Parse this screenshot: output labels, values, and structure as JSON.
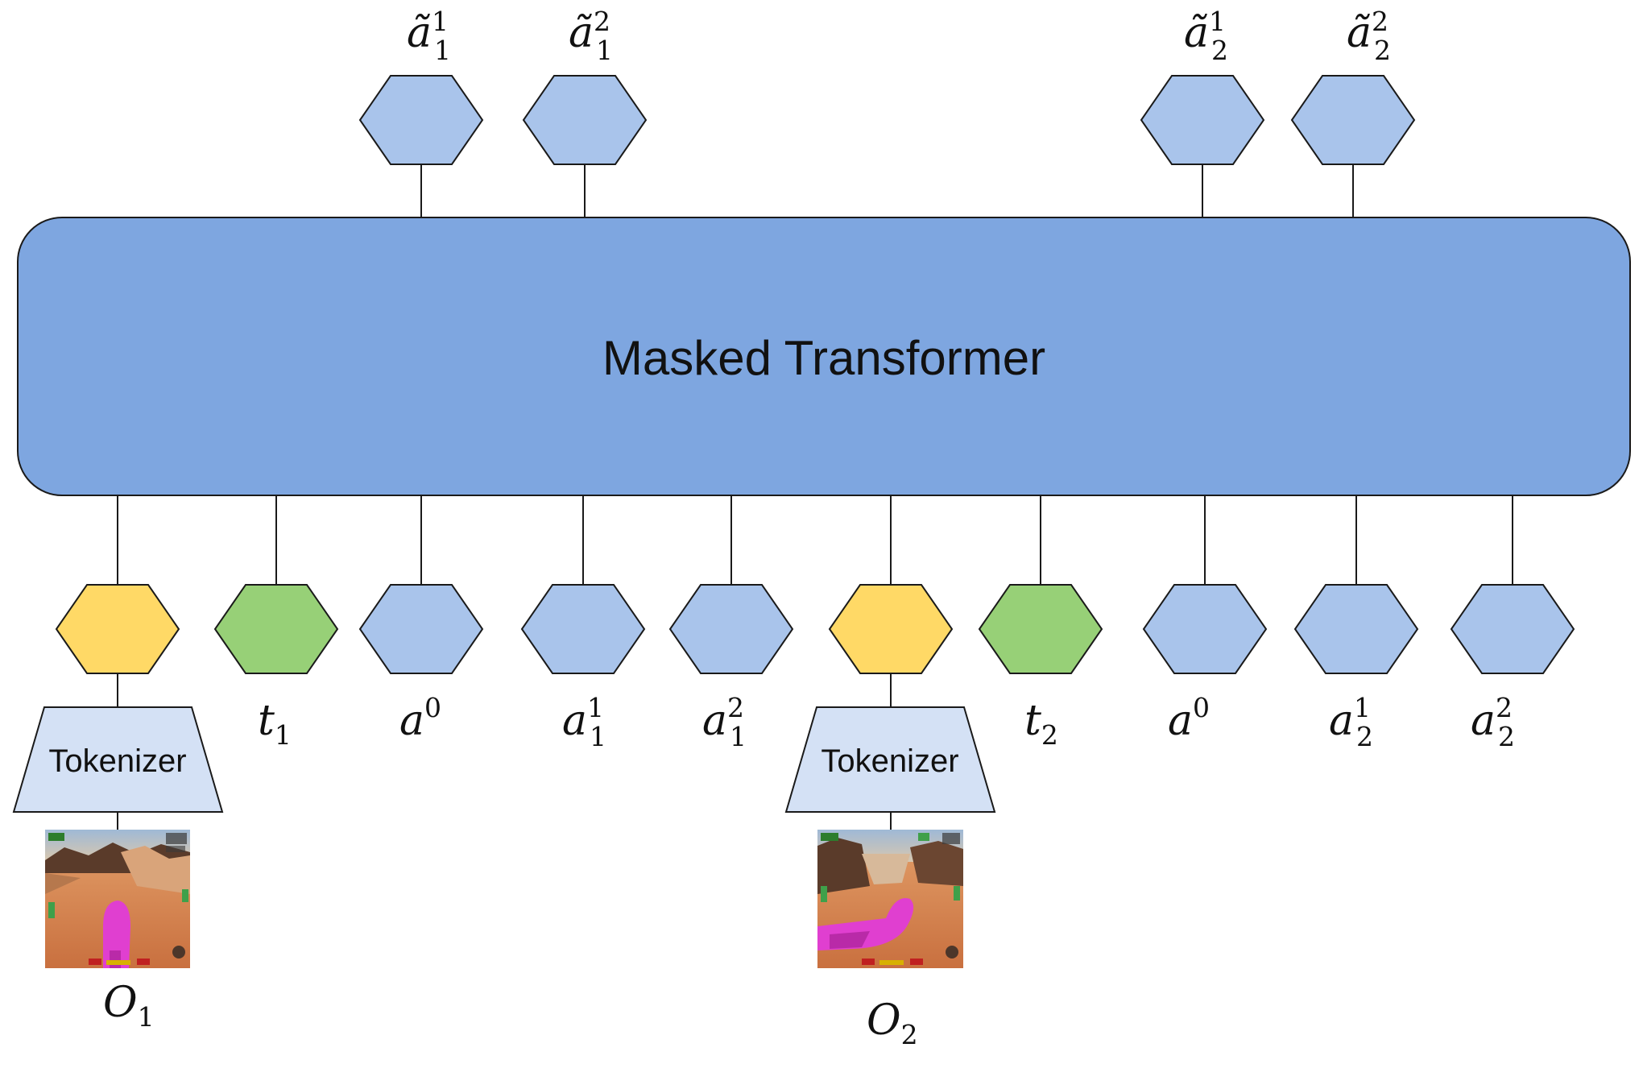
{
  "colors": {
    "transformer_fill": "#7ea6e0",
    "hex_action": "#a9c4eb",
    "hex_observation": "#ffd966",
    "hex_task": "#97d077",
    "tokenizer_fill": "#d4e1f5",
    "stroke": "#1a1a1a"
  },
  "transformer": {
    "label": "Masked Transformer"
  },
  "outputs": [
    {
      "base": "ã",
      "sub": "1",
      "sup": "1"
    },
    {
      "base": "ã",
      "sub": "1",
      "sup": "2"
    },
    {
      "base": "ã",
      "sub": "2",
      "sup": "1"
    },
    {
      "base": "ã",
      "sub": "2",
      "sup": "2"
    }
  ],
  "inputs": [
    {
      "kind": "observation",
      "base": "",
      "sub": "",
      "sup": ""
    },
    {
      "kind": "task",
      "base": "t",
      "sub": "1",
      "sup": ""
    },
    {
      "kind": "action",
      "base": "a",
      "sub": "",
      "sup": "0"
    },
    {
      "kind": "action",
      "base": "a",
      "sub": "1",
      "sup": "1"
    },
    {
      "kind": "action",
      "base": "a",
      "sub": "1",
      "sup": "2"
    },
    {
      "kind": "observation",
      "base": "",
      "sub": "",
      "sup": ""
    },
    {
      "kind": "task",
      "base": "t",
      "sub": "2",
      "sup": ""
    },
    {
      "kind": "action",
      "base": "a",
      "sub": "",
      "sup": "0"
    },
    {
      "kind": "action",
      "base": "a",
      "sub": "2",
      "sup": "1"
    },
    {
      "kind": "action",
      "base": "a",
      "sub": "2",
      "sup": "2"
    }
  ],
  "tokenizers": [
    {
      "label": "Tokenizer",
      "frame": {
        "base": "O",
        "sub": "1"
      }
    },
    {
      "label": "Tokenizer",
      "frame": {
        "base": "O",
        "sub": "2"
      }
    }
  ]
}
